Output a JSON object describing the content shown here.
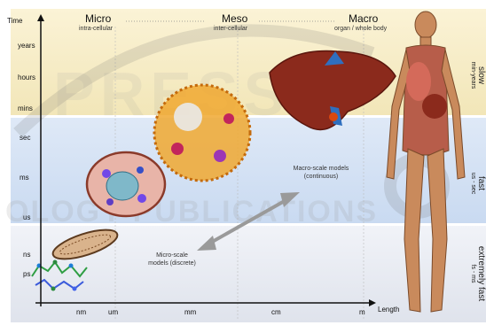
{
  "axes": {
    "y_title": "Time",
    "x_title": "Length",
    "y_ticks": [
      "years",
      "hours",
      "mins",
      "sec",
      "ms",
      "us",
      "ns",
      "ps"
    ],
    "x_ticks": [
      "nm",
      "um",
      "mm",
      "cm",
      "m"
    ]
  },
  "scales": [
    {
      "title": "Micro",
      "subtitle": "intra-cellular"
    },
    {
      "title": "Meso",
      "subtitle": "inter-cellular"
    },
    {
      "title": "Macro",
      "subtitle": "organ / whole body"
    }
  ],
  "bands": [
    {
      "label": "slow",
      "range": "min-years"
    },
    {
      "label": "fast",
      "range": "us - sec"
    },
    {
      "label": "extremely fast",
      "range": "fs - ms"
    }
  ],
  "callouts": {
    "macro": "Macro-scale models (continuous)",
    "micro": "Micro-scale models (discrete)"
  },
  "watermark": "SCITEPRESS SCIENCE AND TECHNOLOGY PUBLICATIONS",
  "colors": {
    "slow_band": "#f2e6b8",
    "fast_band": "#c9daf1",
    "xfast_band": "#dfe3ec",
    "arrow": "#9a9a9a"
  }
}
